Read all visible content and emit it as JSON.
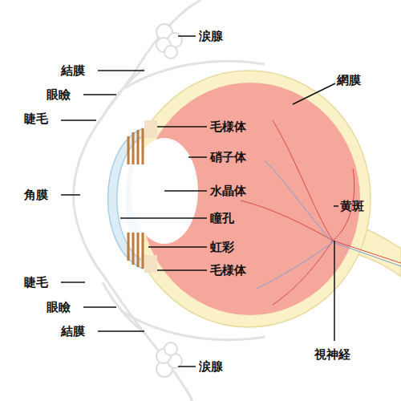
{
  "diagram": {
    "labels": [
      "涙腺",
      "結膜",
      "網膜",
      "眼瞼",
      "睫毛",
      "毛様体",
      "硝子体",
      "水晶体",
      "角膜",
      "黄斑",
      "瞳孔",
      "虹彩",
      "毛様体",
      "睫毛",
      "眼瞼",
      "結膜",
      "視神経",
      "涙腺"
    ]
  }
}
